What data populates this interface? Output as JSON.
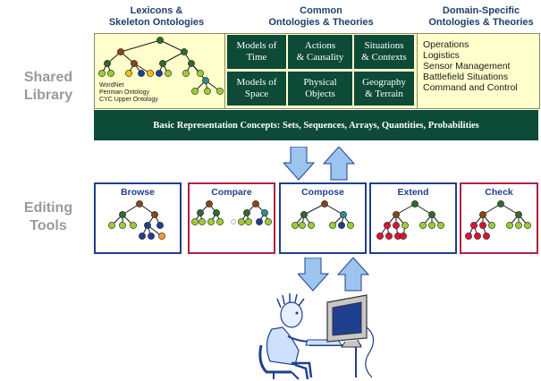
{
  "headers": {
    "lexicons": "Lexicons &\nSkeleton Ontologies",
    "common": "Common\nOntologies & Theories",
    "domain": "Domain-Specific\nOntologies & Theories"
  },
  "side_labels": {
    "shared": "Shared\nLibrary",
    "editing": "Editing\nTools"
  },
  "lexicons": [
    "WordNet",
    "Penman Ontology",
    "CYC Upper Ontology"
  ],
  "common_cells": [
    "Models of\nTime",
    "Actions\n& Causality",
    "Situations\n& Contexts",
    "Models of\nSpace",
    "Physical\nObjects",
    "Geography\n& Terrain"
  ],
  "domain_items": [
    "Operations",
    "Logistics",
    "Sensor Management",
    "Battlefield Situations",
    "Command and Control"
  ],
  "basic_bar": "Basic Representation Concepts:  Sets, Sequences, Arrays, Quantities, Probabilities",
  "tools": [
    {
      "label": "Browse",
      "border": "#1f3f8f",
      "label_color": "#1f3f8f"
    },
    {
      "label": "Compare",
      "border": "#b02040",
      "label_color": "#1f3f8f"
    },
    {
      "label": "Compose",
      "border": "#1f3f8f",
      "label_color": "#1f3f8f"
    },
    {
      "label": "Extend",
      "border": "#1f3f8f",
      "label_color": "#1f3f8f"
    },
    {
      "label": "Check",
      "border": "#b02040",
      "label_color": "#1f3f8f"
    }
  ],
  "colors": {
    "dark_green": "#0d4a38",
    "light_yellow": "#ffffcc",
    "arrow_fill": "#9cc4ee",
    "arrow_stroke": "#1f3f8f",
    "node_green": "#9acd32",
    "node_dark": "#2e6b2e",
    "node_brown": "#8b4513",
    "node_navy": "#1f3f8f",
    "node_red": "#dd1133",
    "node_orange": "#f59c2a",
    "node_teal": "#2e8b8b"
  }
}
